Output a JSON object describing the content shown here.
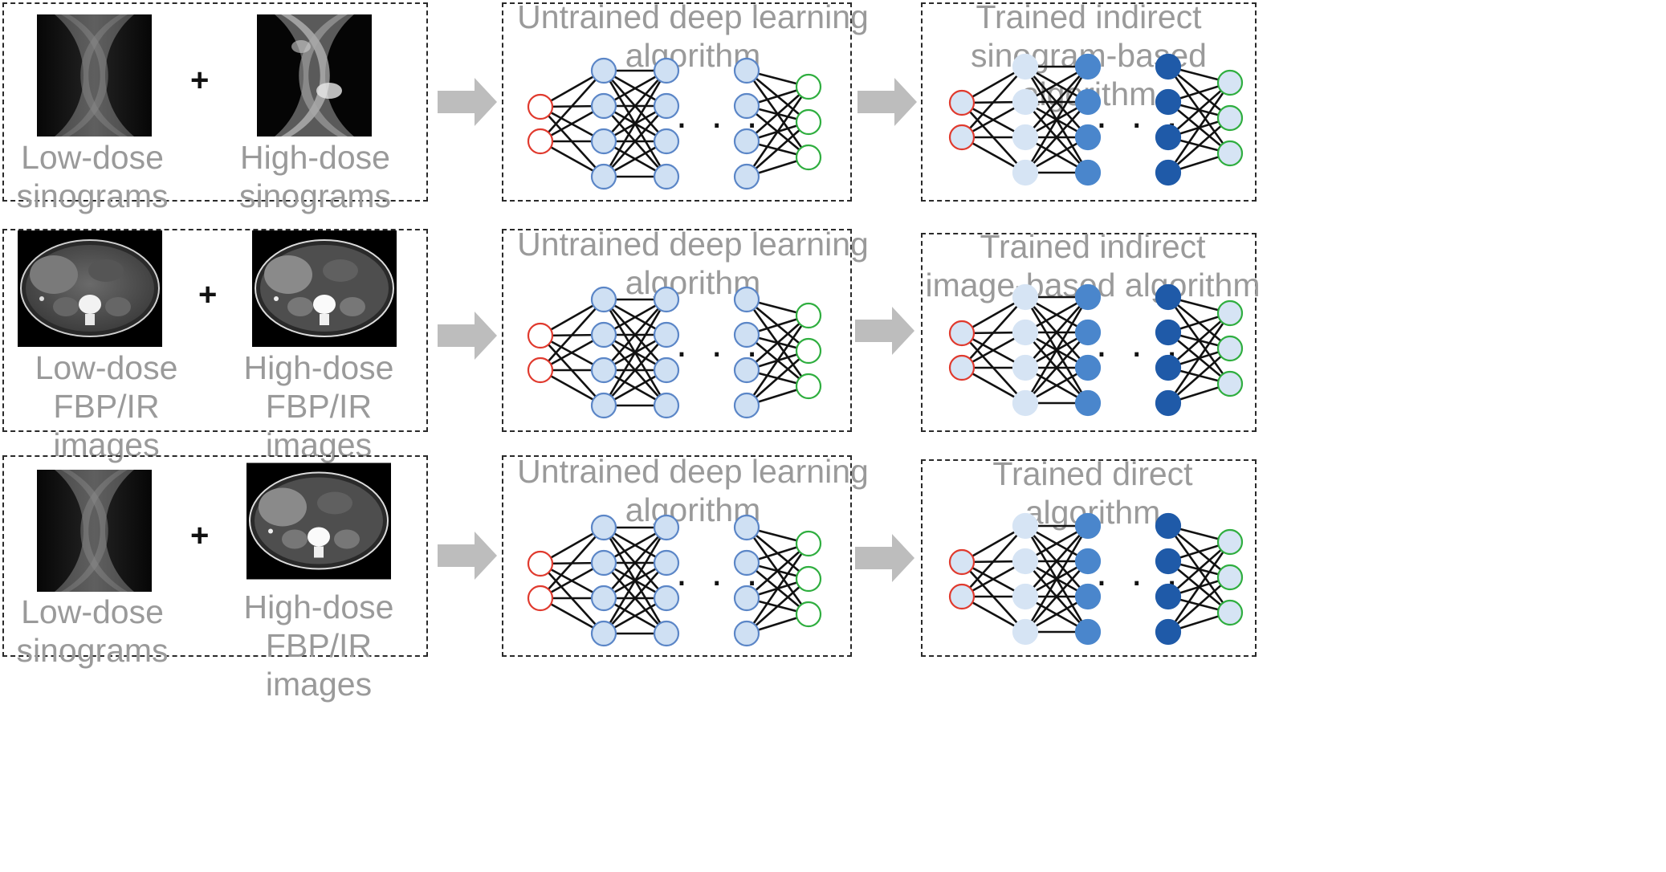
{
  "rows": [
    {
      "left": {
        "input_label": "Low-dose\nsinograms",
        "target_label": "High-dose\nsinograms",
        "plus": "+"
      },
      "middle": {
        "title": "Untrained deep learning\nalgorithm",
        "ellipsis": ". . ."
      },
      "right": {
        "title": "Trained indirect\nsinogram-based algorithm",
        "ellipsis": ". . ."
      }
    },
    {
      "left": {
        "input_label": "Low-dose FBP/IR\nimages",
        "target_label": "High-dose FBP/IR\nimages",
        "plus": "+"
      },
      "middle": {
        "title": "Untrained deep learning\nalgorithm",
        "ellipsis": ". . ."
      },
      "right": {
        "title": "Trained indirect\nimage-based algorithm",
        "ellipsis": ". . ."
      }
    },
    {
      "left": {
        "input_label": "Low-dose\nsinograms",
        "target_label": "High-dose FBP/IR\nimages",
        "plus": "+"
      },
      "middle": {
        "title": "Untrained deep learning\nalgorithm",
        "ellipsis": ". . ."
      },
      "right": {
        "title": "Trained direct\nalgorithm",
        "ellipsis": ". . ."
      }
    }
  ],
  "colors": {
    "input_node": "#e03a2e",
    "output_node": "#2fae3f",
    "untrained_node": "#5b86c7",
    "untrained_fill": "#cfe0f3",
    "trained_light": "#d6e4f4",
    "trained_mid": "#4a86cc",
    "trained_dark": "#1f5aa8",
    "arrow": "#bdbdbd",
    "label_text": "#9a9a9a"
  }
}
